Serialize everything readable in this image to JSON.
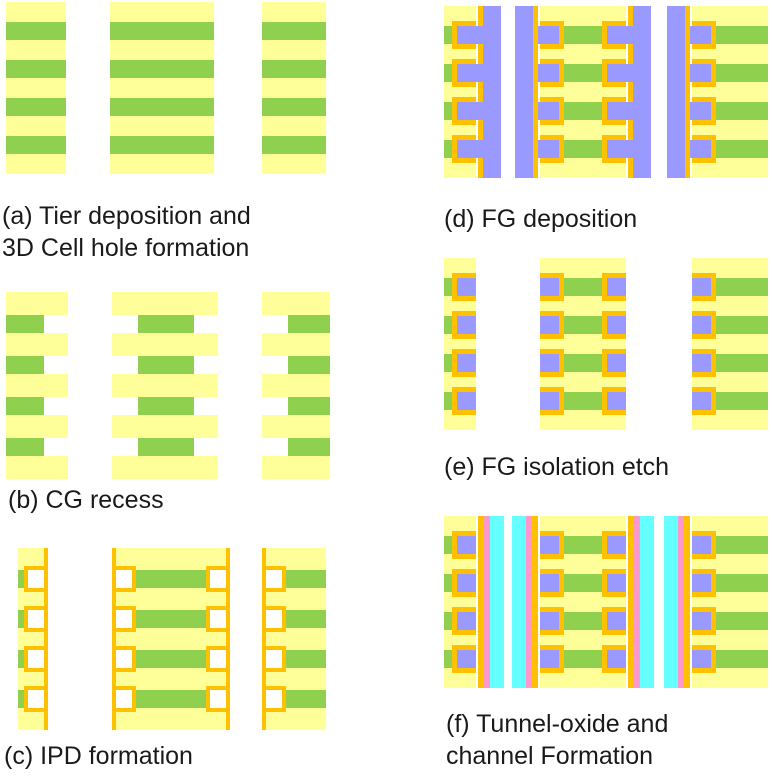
{
  "colors": {
    "tier_oxide": "#ffff99",
    "control_gate": "#8fd14f",
    "ipd": "#ffc000",
    "floating_gate": "#9999ff",
    "tunnel_oxide": "#ff99cc",
    "channel": "#66ffff"
  },
  "panels": [
    {
      "id": "a",
      "caption": [
        "(a) Tier deposition and",
        "3D Cell hole formation"
      ]
    },
    {
      "id": "b",
      "caption": [
        "(b) CG recess"
      ]
    },
    {
      "id": "c",
      "caption": [
        "(c) IPD formation"
      ]
    },
    {
      "id": "d",
      "caption": [
        "(d) FG deposition"
      ]
    },
    {
      "id": "e",
      "caption": [
        "(e) FG isolation etch"
      ]
    },
    {
      "id": "f",
      "caption": [
        "(f) Tunnel-oxide and",
        "channel Formation"
      ]
    }
  ]
}
